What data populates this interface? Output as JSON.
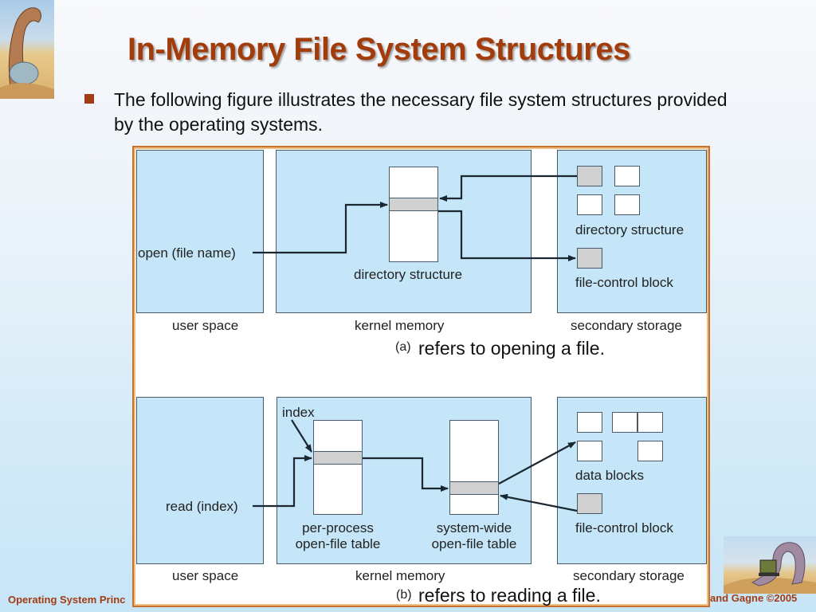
{
  "slide": {
    "title": "In-Memory File System Structures",
    "bullet": "The following figure illustrates the necessary file system structures provided by the operating systems.",
    "footer_left": "Operating System Princ",
    "footer_right": "and Gagne ©2005",
    "colors": {
      "title": "#a23c0a",
      "bullet": "#a33c12",
      "region_fill": "#c5e6f8",
      "highlight_block": "#d0d0d0",
      "frame_border": "#c8702e"
    }
  },
  "decorations": {
    "top_left": "dinosaur-reading-illustration",
    "bottom_right": "dinosaur-laptop-illustration"
  },
  "figure_a": {
    "regions": [
      "user space",
      "kernel memory",
      "secondary storage"
    ],
    "call": "open (file name)",
    "kernel_structure": "directory structure",
    "storage_labels": [
      "directory structure",
      "file-control block"
    ],
    "caption_tag": "(a)",
    "caption": "refers to opening a file."
  },
  "figure_b": {
    "regions": [
      "user space",
      "kernel memory",
      "secondary storage"
    ],
    "call": "read (index)",
    "index_label": "index",
    "per_process_table": [
      "per-process",
      "open-file table"
    ],
    "system_table": [
      "system-wide",
      "open-file table"
    ],
    "storage_labels": [
      "data blocks",
      "file-control block"
    ],
    "caption_tag": "(b)",
    "caption": "refers to reading a file."
  }
}
